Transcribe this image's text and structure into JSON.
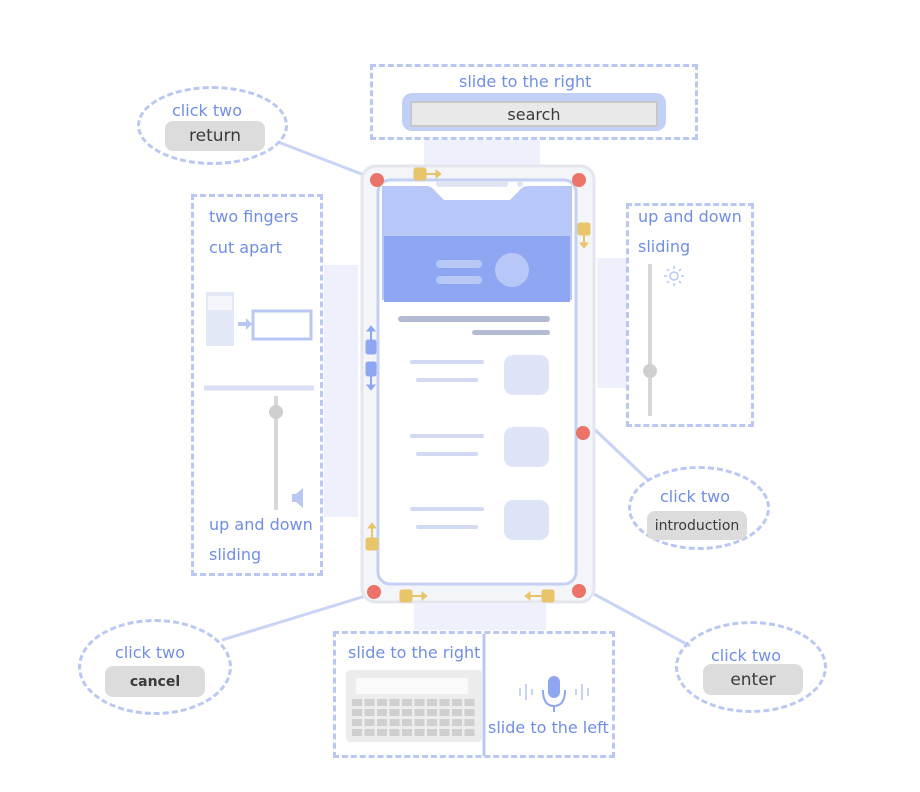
{
  "callouts": {
    "top_search": {
      "label": "slide to the right",
      "field_text": "search"
    },
    "return": {
      "label": "click two",
      "button": "return"
    },
    "left_panel": {
      "label_line1": "two fingers",
      "label_line2": "cut apart",
      "label_bottom_line1": "up and down",
      "label_bottom_line2": "sliding"
    },
    "right_panel": {
      "label_line1": "up and down",
      "label_line2": "sliding"
    },
    "introduction": {
      "label": "click two",
      "button": "introduction"
    },
    "cancel": {
      "label": "click two",
      "button": "cancel"
    },
    "enter": {
      "label": "click two",
      "button": "enter"
    },
    "bottom_keyboard": {
      "label": "slide to the right"
    },
    "bottom_voice": {
      "label": "slide to the left"
    }
  },
  "colors": {
    "accent_text": "#6f8ee6",
    "dashed_border": "#b9c8f3",
    "phone_header": "#b7c7f7",
    "banner": "#8fa7f2",
    "touch_dot": "#ec7367",
    "gesture_arrow": "#e8c56a",
    "pill_bg": "#dcdcdc"
  },
  "icons": [
    "sun-icon",
    "microphone-icon",
    "speaker-icon",
    "keyboard-icon",
    "arrow-right-icon",
    "arrow-left-icon",
    "arrow-up-icon",
    "arrow-down-icon"
  ]
}
